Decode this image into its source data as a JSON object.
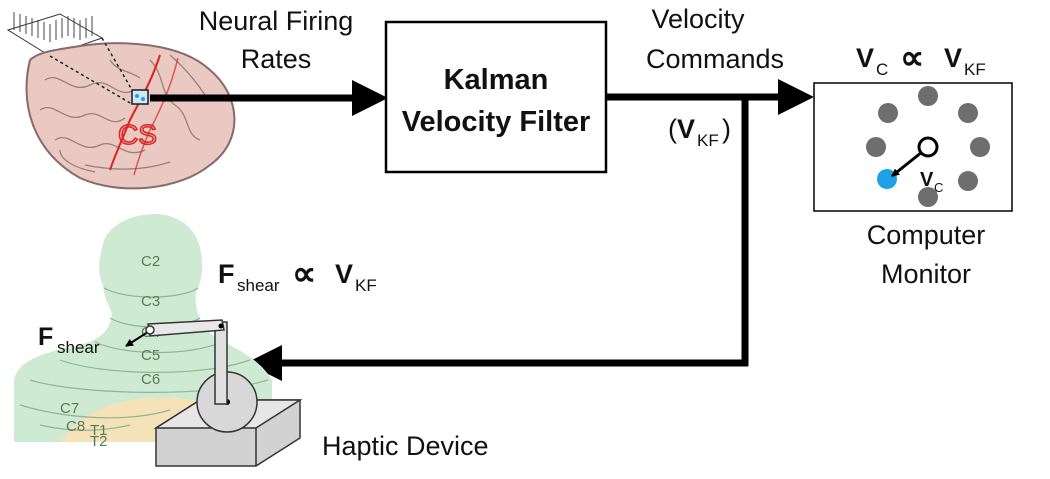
{
  "labels": {
    "neural_line1": "Neural Firing",
    "neural_line2": "Rates",
    "kalman_line1": "Kalman",
    "kalman_line2": "Velocity Filter",
    "velocity_line1": "Velocity",
    "velocity_line2": "Commands",
    "vkf_open": "(",
    "vkf_v": "V",
    "vkf_sub": "KF",
    "vkf_close": ")",
    "monitor_line1": "Computer",
    "monitor_line2": "Monitor",
    "haptic": "Haptic Device",
    "cs": "CS"
  },
  "equations": {
    "monitor_eq": {
      "lhs": "V",
      "lhs_sub": "C",
      "prop": "∝",
      "rhs": "V",
      "rhs_sub": "KF"
    },
    "shear_eq": {
      "lhs": "F",
      "lhs_sub": "shear",
      "prop": "∝",
      "rhs": "V",
      "rhs_sub": "KF"
    },
    "cursor_vel": {
      "v": "V",
      "sub": "C"
    },
    "shear_force": {
      "f": "F",
      "sub": "shear"
    }
  },
  "dermatomes": [
    "C2",
    "C3",
    "C4",
    "C5",
    "C6",
    "C7",
    "C8",
    "T1",
    "T2"
  ],
  "colors": {
    "arrow": "#000000",
    "target": "#6e6e6e",
    "cursor": "#1ea0e6",
    "brain": "#e9c9c2",
    "cs": "#e02020",
    "neck": "#cfead3",
    "back": "#f6e2b8"
  }
}
